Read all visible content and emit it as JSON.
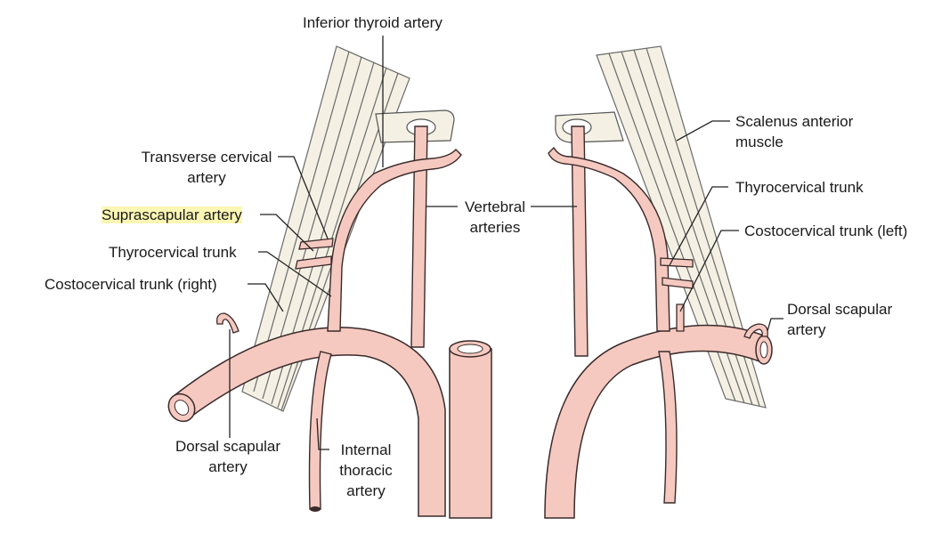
{
  "labels": {
    "inferior_thyroid_artery": "Inferior thyroid artery",
    "transverse_cervical_artery_l1": "Transverse cervical",
    "transverse_cervical_artery_l2": "artery",
    "suprascapular_artery": "Suprascapular artery",
    "thyrocervical_trunk_right": "Thyrocervical trunk",
    "costocervical_trunk_right": "Costocervical trunk (right)",
    "dorsal_scapular_right_l1": "Dorsal scapular",
    "dorsal_scapular_right_l2": "artery",
    "internal_thoracic_l1": "Internal",
    "internal_thoracic_l2": "thoracic",
    "internal_thoracic_l3": "artery",
    "vertebral_arteries_l1": "Vertebral",
    "vertebral_arteries_l2": "arteries",
    "scalenus_anterior_l1": "Scalenus anterior",
    "scalenus_anterior_l2": "muscle",
    "thyrocervical_trunk_left": "Thyrocervical trunk",
    "costocervical_trunk_left": "Costocervical trunk (left)",
    "dorsal_scapular_left_l1": "Dorsal scapular",
    "dorsal_scapular_left_l2": "artery"
  },
  "colors": {
    "artery_fill": "#f5c9c0",
    "artery_outline": "#3a2a2a",
    "muscle_fill": "#f4f1e4",
    "muscle_line": "#6a6a6a",
    "highlight": "#fbf6b4"
  }
}
